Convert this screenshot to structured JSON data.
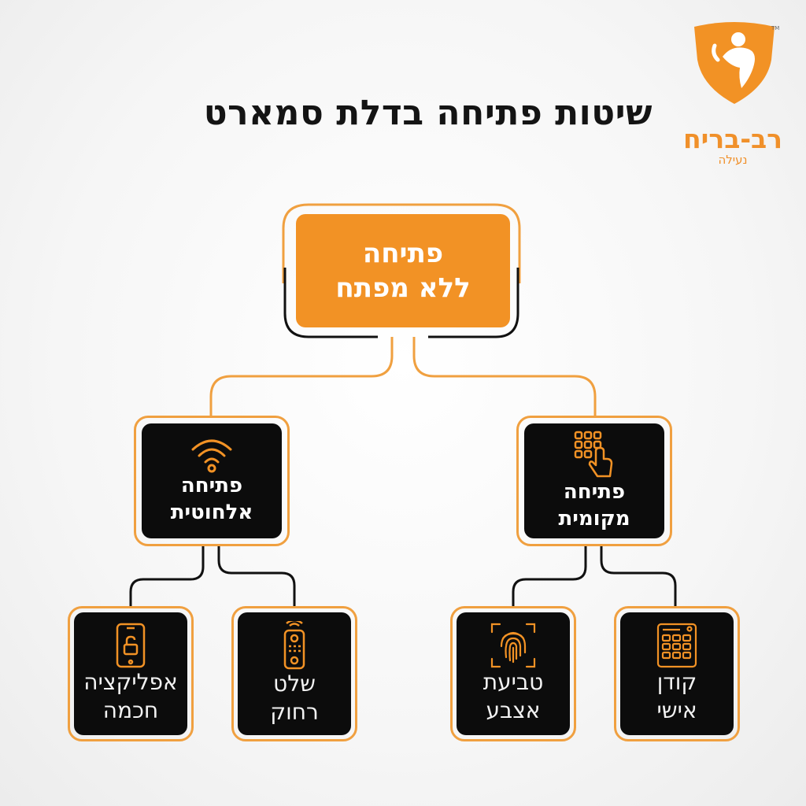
{
  "title": "שיטות פתיחה בדלת סמארט",
  "logo": {
    "brand": "רב-בריח",
    "subtitle": "נעילה",
    "tm": "TM"
  },
  "colors": {
    "accent": "#f29225",
    "box_dark": "#0c0c0c",
    "text_dark": "#141414",
    "connector_dark": "#111111"
  },
  "root": {
    "line1": "פתיחה",
    "line2": "ללא מפתח"
  },
  "branches": {
    "wireless": {
      "line1": "פתיחה",
      "line2": "אלחוטית",
      "icon": "wifi-icon"
    },
    "local": {
      "line1": "פתיחה",
      "line2": "מקומית",
      "icon": "keypad-touch-icon"
    }
  },
  "leaves": {
    "smart_app": {
      "line1": "אפליקציה",
      "line2": "חכמה",
      "icon": "smartphone-lock-icon"
    },
    "remote": {
      "line1": "שלט",
      "line2": "רחוק",
      "icon": "remote-control-icon"
    },
    "fingerprint": {
      "line1": "טביעת",
      "line2": "אצבע",
      "icon": "fingerprint-icon"
    },
    "code": {
      "line1": "קודן",
      "line2": "אישי",
      "icon": "keypad-icon"
    }
  }
}
